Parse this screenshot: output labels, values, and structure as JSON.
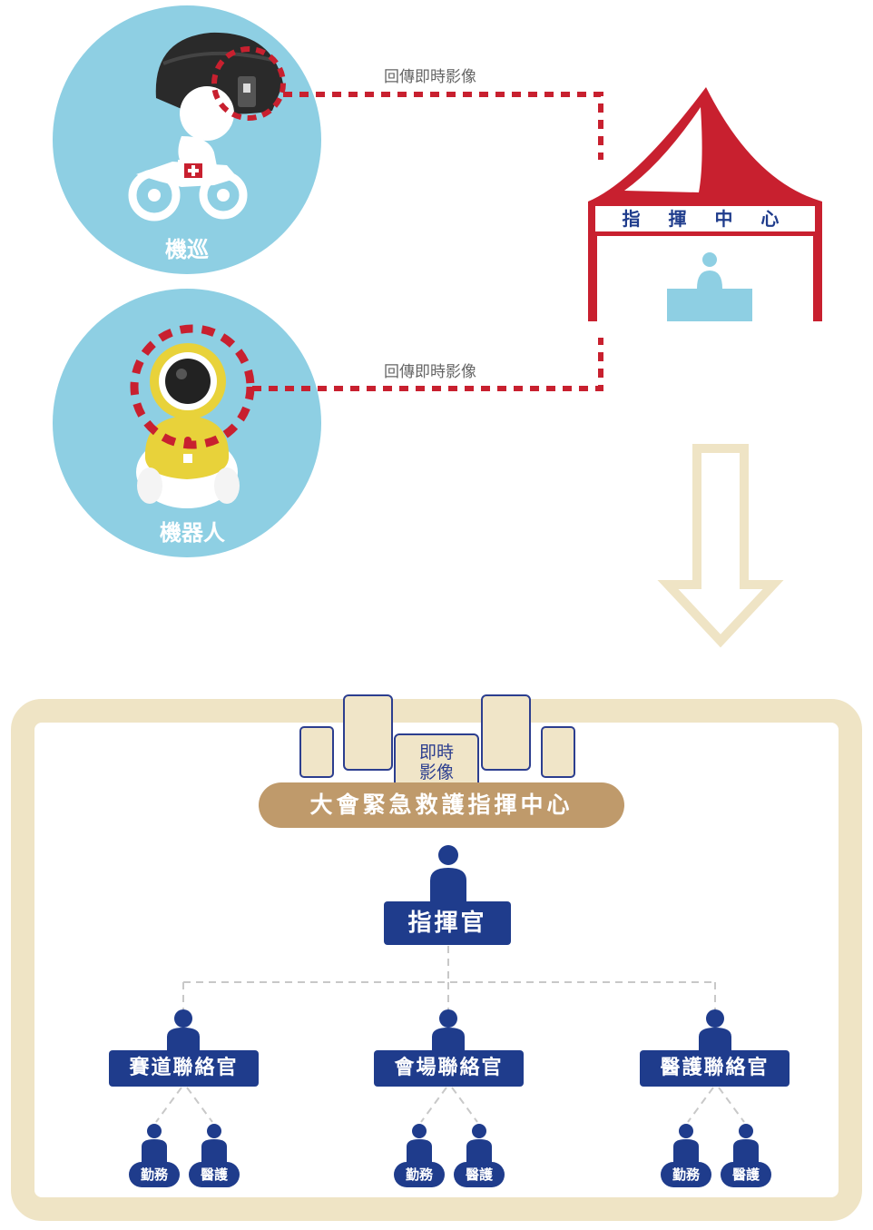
{
  "top": {
    "patrol_label": "機巡",
    "robot_label": "機器人",
    "flow_label_1": "回傳即時影像",
    "flow_label_2": "回傳即時影像",
    "tent_sign": "指 揮 中 心"
  },
  "org": {
    "live_feed_label_line1": "即時",
    "live_feed_label_line2": "影像",
    "hq_title": "大會緊急救護指揮中心",
    "commander": "指揮官",
    "officers": [
      {
        "title": "賽道聯絡官",
        "staff": [
          "勤務",
          "醫護"
        ]
      },
      {
        "title": "會場聯絡官",
        "staff": [
          "勤務",
          "醫護"
        ]
      },
      {
        "title": "醫護聯絡官",
        "staff": [
          "勤務",
          "醫護"
        ]
      }
    ]
  },
  "colors": {
    "circle_blue": "#8ECFE3",
    "tent_red": "#C8202F",
    "navy": "#1F3C8C",
    "frame_beige": "#EFE4C5",
    "banner_gold": "#BF9A6B",
    "dash_red": "#C8202F"
  }
}
